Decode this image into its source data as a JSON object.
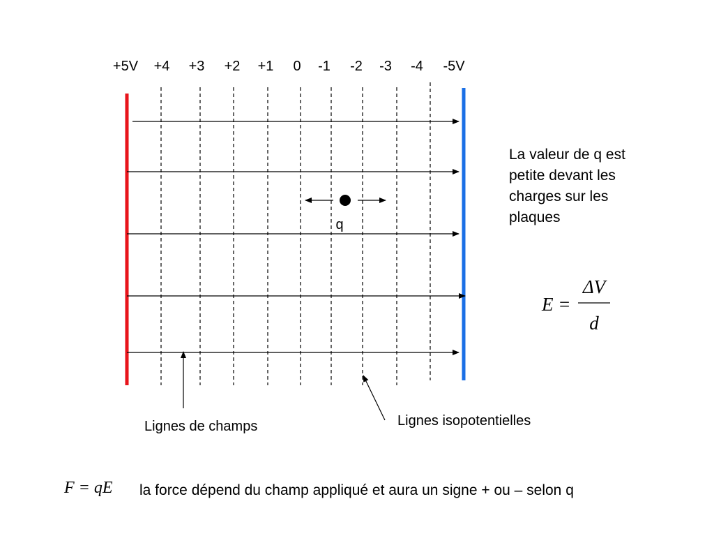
{
  "potential_labels": [
    "+5V",
    "+4",
    "+3",
    "+2",
    "+1",
    "0",
    "-1",
    "-2",
    "-3",
    "-4",
    "-5V"
  ],
  "charge_label": "q",
  "label_field_lines": "Lignes de champs",
  "label_isopotential": "Lignes isopotentielles",
  "note_lines": [
    "La valeur de q est",
    "petite devant les",
    "charges sur les",
    "plaques"
  ],
  "formula_e": {
    "lhs": "E =",
    "numerator": "ΔV",
    "denominator": "d"
  },
  "formula_f": "F = qE",
  "bottom_text": "la force dépend du champ appliqué et aura un signe + ou – selon q",
  "colors": {
    "positive_plate": "#e8141b",
    "negative_plate": "#1a6fe6",
    "lines": "#000000"
  }
}
